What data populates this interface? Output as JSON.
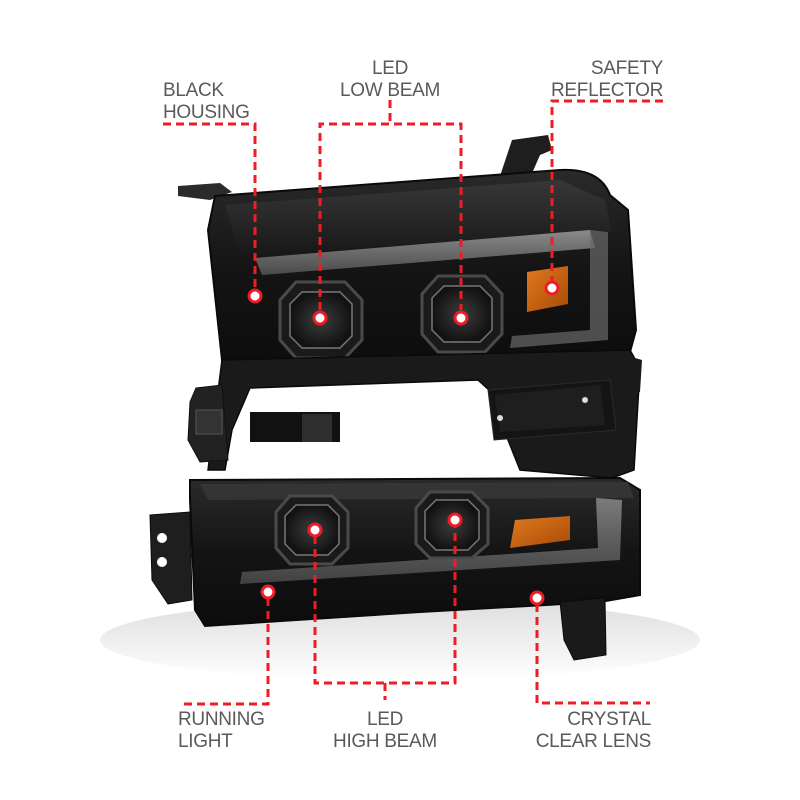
{
  "figure": {
    "subject": "Black housing projector headlight with LED features",
    "accent_color": "#ee1c25",
    "label_color": "#5a5a5a"
  },
  "callouts": [
    {
      "id": "black-housing",
      "line1": "BLACK",
      "line2": "HOUSING",
      "position": "top-left"
    },
    {
      "id": "led-low-beam",
      "line1": "LED",
      "line2": "LOW BEAM",
      "position": "top-center"
    },
    {
      "id": "safety-reflector",
      "line1": "SAFETY",
      "line2": "REFLECTOR",
      "position": "top-right"
    },
    {
      "id": "running-light",
      "line1": "RUNNING",
      "line2": "LIGHT",
      "position": "bottom-left"
    },
    {
      "id": "led-high-beam",
      "line1": "LED",
      "line2": "HIGH BEAM",
      "position": "bottom-center"
    },
    {
      "id": "crystal-clear-lens",
      "line1": "CRYSTAL",
      "line2": "CLEAR LENS",
      "position": "bottom-right"
    }
  ]
}
